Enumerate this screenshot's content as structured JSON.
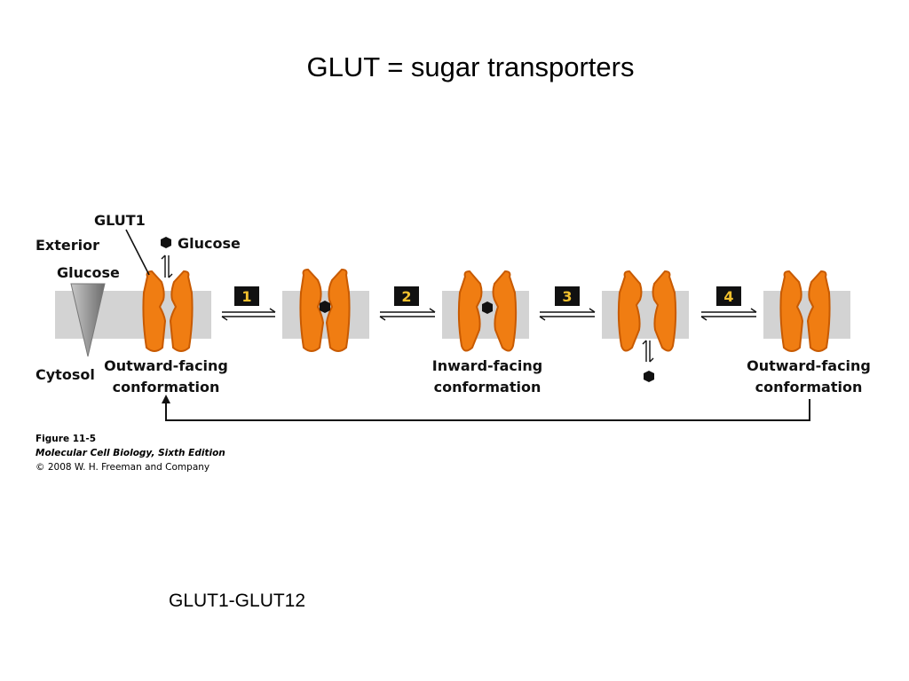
{
  "title": "GLUT = sugar transporters",
  "footnote": "GLUT1-GLUT12",
  "figure": {
    "labels": {
      "glut1": "GLUT1",
      "exterior": "Exterior",
      "glucose_gradient": "Glucose",
      "glucose_molecule": "Glucose",
      "cytosol": "Cytosol"
    },
    "steps": [
      "1",
      "2",
      "3",
      "4"
    ],
    "conformations": {
      "outward_start": [
        "Outward-facing",
        "conformation"
      ],
      "inward": [
        "Inward-facing",
        "conformation"
      ],
      "outward_end": [
        "Outward-facing",
        "conformation"
      ]
    },
    "caption": {
      "figure_number": "Figure 11-5",
      "book": "Molecular Cell Biology, Sixth Edition",
      "copyright": "© 2008 W. H. Freeman and Company"
    },
    "colors": {
      "transporter": "#F07D12",
      "transporter_outline": "#C85A00",
      "membrane": "#D3D3D3",
      "gradient": "#8C8C8C",
      "step_box": "#111111",
      "step_number": "#F2C12E"
    }
  }
}
